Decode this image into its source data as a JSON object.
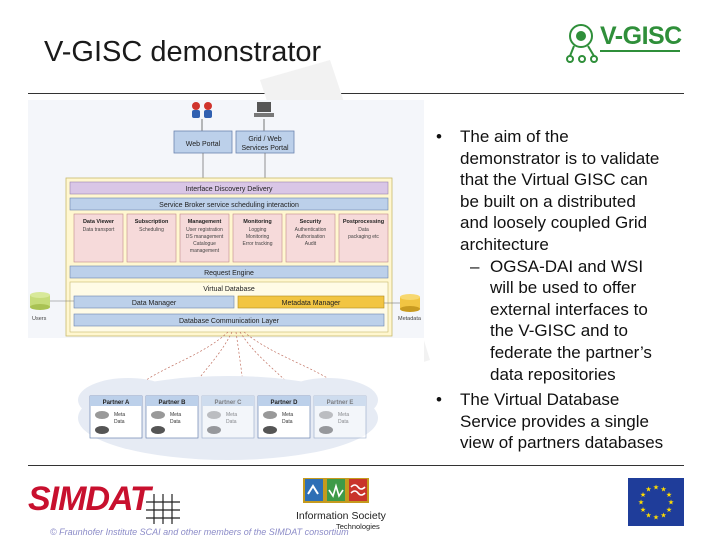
{
  "slide": {
    "title": "V-GISC demonstrator",
    "logo_text": "V-GISC"
  },
  "diagram": {
    "top": {
      "web_portal": "Web Portal",
      "grid_web_portal": [
        "Grid / Web",
        "Services Portal"
      ]
    },
    "layers": {
      "interface": "Interface  Discovery  Delivery",
      "service_broker": "Service Broker  service scheduling interaction",
      "request_engine": "Request Engine",
      "virtual_database": "Virtual Database",
      "data_manager": "Data Manager",
      "metadata_manager": "Metadata Manager",
      "db_comm_layer": "Database Communication Layer"
    },
    "services": [
      {
        "title": "Data Viewer",
        "lines": [
          "Data transport"
        ]
      },
      {
        "title": "Subscription",
        "lines": [
          "Scheduling"
        ]
      },
      {
        "title": "Management",
        "lines": [
          "User registration",
          "DS management",
          "Catalogue",
          "management"
        ]
      },
      {
        "title": "Monitoring",
        "lines": [
          "Logging",
          "Monitoring",
          "Error tracking"
        ]
      },
      {
        "title": "Security",
        "lines": [
          "Authentication",
          "Authorisation",
          "Audit"
        ]
      },
      {
        "title": "Postprocessing",
        "lines": [
          "Data",
          "packaging etc"
        ]
      }
    ],
    "side_labels": {
      "left": "Users",
      "right": "Metadata"
    },
    "partners": [
      {
        "name": "Partner A",
        "items": [
          "Meta",
          "Data"
        ]
      },
      {
        "name": "Partner B",
        "items": [
          "Meta",
          "Data"
        ]
      },
      {
        "name": "Partner C",
        "items": [
          "Meta",
          "Data"
        ]
      },
      {
        "name": "Partner D",
        "items": [
          "Meta",
          "Data"
        ]
      },
      {
        "name": "Partner E",
        "items": [
          "Meta",
          "Data"
        ]
      }
    ]
  },
  "bullets": [
    {
      "type": "main",
      "text": [
        "The aim of the",
        "demonstrator is to validate",
        "that the Virtual GISC can",
        "be built on a distributed",
        "and loosely coupled Grid",
        "architecture"
      ]
    },
    {
      "type": "sub",
      "text": [
        "OGSA-DAI and WSI",
        "will be used to offer",
        "external interfaces to",
        "the V-GISC and to",
        "federate the partner’s",
        "data repositories"
      ]
    },
    {
      "type": "main",
      "text": [
        "The Virtual Database",
        "Service provides a single",
        "view of partners databases"
      ]
    }
  ],
  "bullet_symbols": {
    "main": "•",
    "sub": "–"
  },
  "footer": {
    "simdat_logo": "SIMDAT",
    "copyright": "© Fraunhofer Institute SCAI and other members of the SIMDAT consortium",
    "ist_label": "Information Society",
    "ist_sub": "Technologies"
  },
  "colors": {
    "logo_green": "#2f8f3a",
    "simdat_red": "#c8102e",
    "layer_blue": "#bcd0ea",
    "layer_yellow": "#fff2a8",
    "service_pink": "#f6dada",
    "eu_blue": "#1f3d9a"
  }
}
